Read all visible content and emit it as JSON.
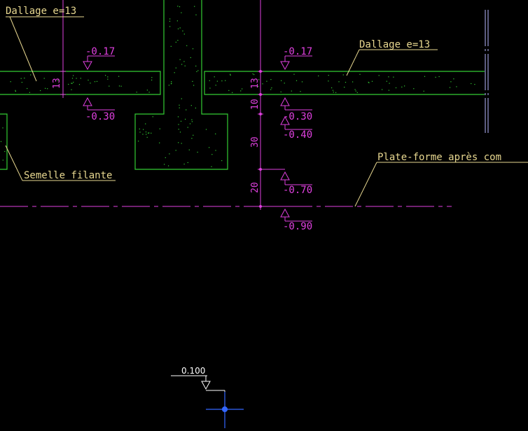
{
  "colors": {
    "background": "#000000",
    "concrete": "#33cc33",
    "dimension": "#e040e0",
    "label": "#e8d890",
    "grid": "#b8b8ff",
    "cursor": "#3366ff",
    "marker": "#ffffff"
  },
  "labels": {
    "dallage_left": "Dallage e=13",
    "dallage_right": "Dallage e=13",
    "semelle": "Semelle filante",
    "plateforme": "Plate-forme après com"
  },
  "levels": {
    "left_top": "-0.17",
    "left_bottom": "-0.30",
    "right_017": "-0.17",
    "right_030": "-0.30",
    "right_040": "-0.40",
    "right_070": "-0.70",
    "right_090": "-0.90"
  },
  "dimensions": {
    "left_13": "13",
    "right_13": "13",
    "right_10": "10",
    "right_30": "30",
    "right_20": "20"
  },
  "marker": {
    "value": "0.100"
  }
}
